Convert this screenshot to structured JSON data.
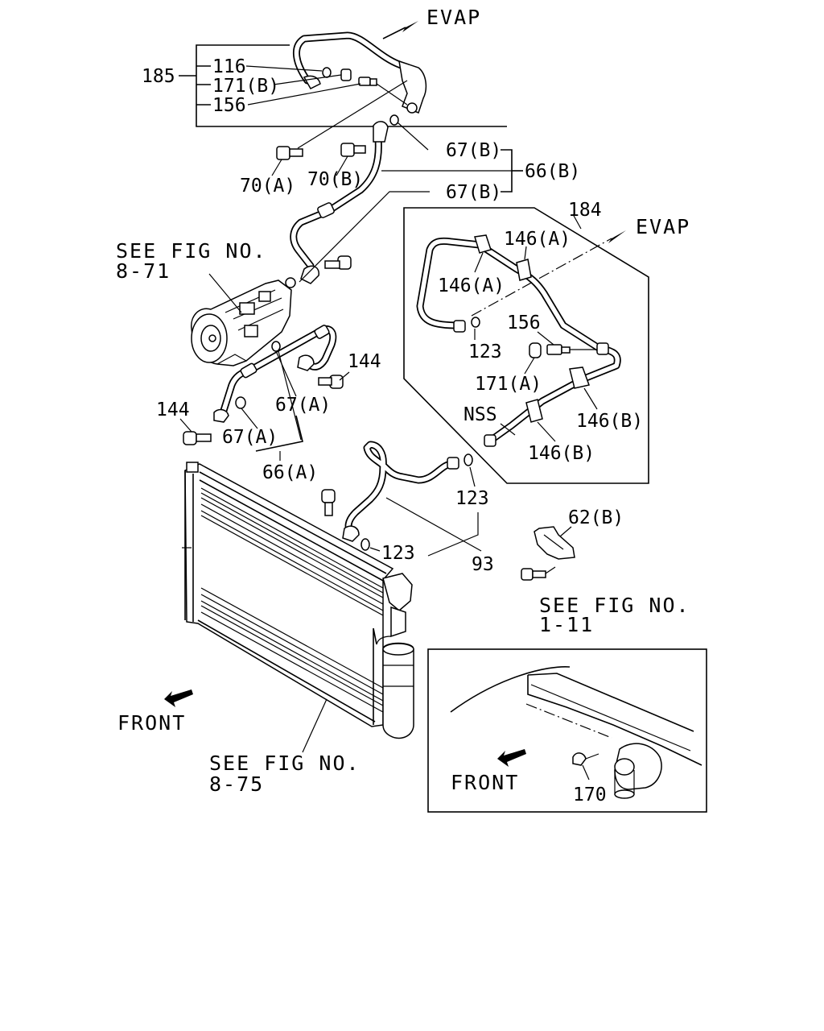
{
  "arrows": {
    "evap_top": "EVAP",
    "evap_right": "EVAP"
  },
  "refs": {
    "fig_8_71": [
      "SEE FIG NO.",
      "8-71"
    ],
    "fig_1_11": [
      "SEE FIG NO.",
      "1-11"
    ],
    "fig_8_75": [
      "SEE FIG NO.",
      "8-75"
    ]
  },
  "front": {
    "main": "FRONT",
    "inset": "FRONT"
  },
  "callouts": {
    "c185": "185",
    "c116": "116",
    "c171b": "171(B)",
    "c156_top": "156",
    "c67b_1": "67(B)",
    "c66b": "66(B)",
    "c67b_2": "67(B)",
    "c70a": "70(A)",
    "c70b": "70(B)",
    "c184": "184",
    "c146a_1": "146(A)",
    "c146a_2": "146(A)",
    "c123_1": "123",
    "c156_right": "156",
    "c171a": "171(A)",
    "cnss": "NSS",
    "c146b_1": "146(B)",
    "c146b_2": "146(B)",
    "c144_1": "144",
    "c67a_1": "67(A)",
    "c144_2": "144",
    "c67a_2": "67(A)",
    "c66a": "66(A)",
    "c123_2": "123",
    "c62b": "62(B)",
    "c123_3": "123",
    "c93": "93",
    "c170": "170"
  }
}
